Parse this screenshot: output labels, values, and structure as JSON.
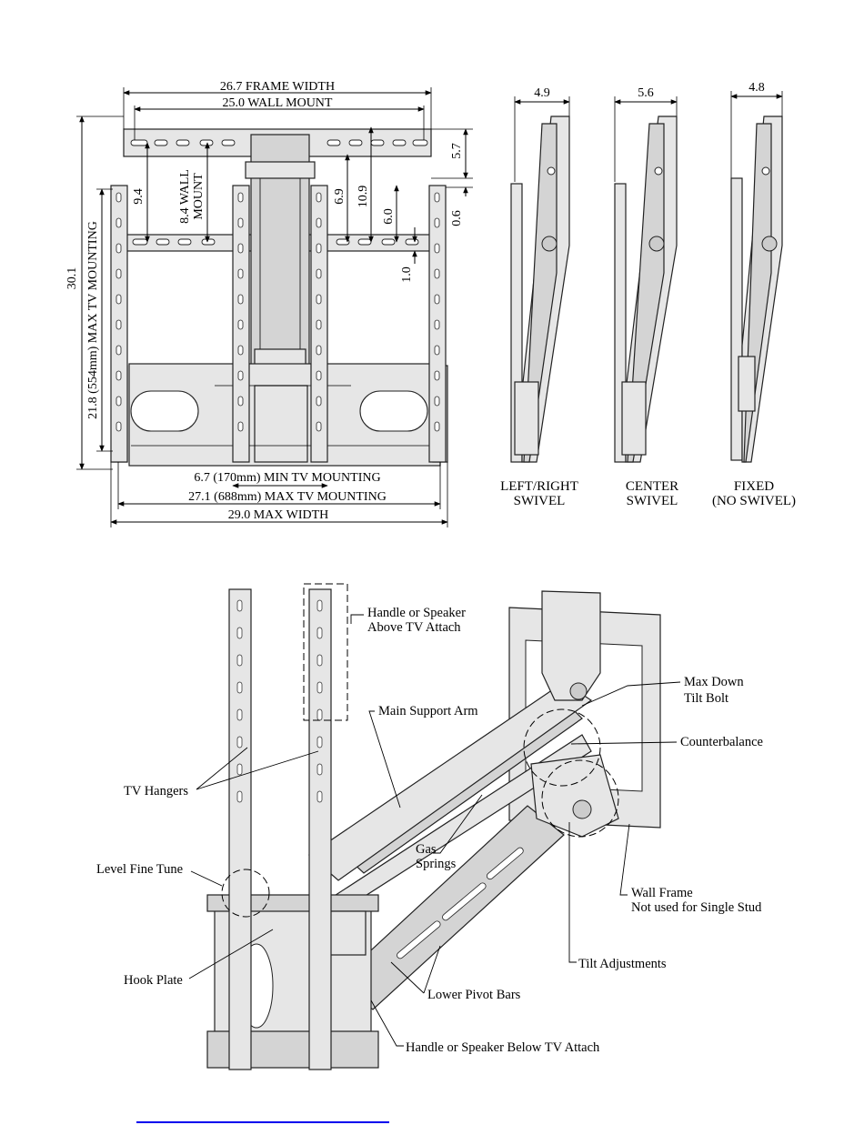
{
  "colors": {
    "line": "#000000",
    "part_fill": "#e6e6e6",
    "part_shade": "#d4d4d4",
    "link": "#0000ee"
  },
  "dimensions": {
    "frame_width": "26.7 FRAME WIDTH",
    "wall_mount": "25.0 WALL MOUNT",
    "height_30": "30.1",
    "max_tv_mounting_vertical": "21.8 (554mm) MAX TV MOUNTING",
    "d94": "9.4",
    "wall_mount_84_a": "8.4 WALL",
    "wall_mount_84_b": "MOUNT",
    "d69": "6.9",
    "d109": "10.9",
    "d60": "6.0",
    "d57": "5.7",
    "d06": "0.6",
    "d10": "1.0",
    "min_tv_mounting": "6.7  (170mm) MIN TV MOUNTING",
    "max_tv_mounting": "27.1 (688mm) MAX TV MOUNTING",
    "max_width": "29.0 MAX WIDTH"
  },
  "side_views": [
    {
      "depth": "4.9",
      "caption_1": "LEFT/RIGHT",
      "caption_2": "SWIVEL"
    },
    {
      "depth": "5.6",
      "caption_1": "CENTER",
      "caption_2": "SWIVEL"
    },
    {
      "depth": "4.8",
      "caption_1": "FIXED",
      "caption_2": "(NO SWIVEL)"
    }
  ],
  "callouts": {
    "handle_above_1": "Handle or Speaker",
    "handle_above_2": "Above TV Attach",
    "main_support_arm": "Main Support Arm",
    "max_down_1": "Max Down",
    "max_down_2": "Tilt Bolt",
    "counterbalance": "Counterbalance",
    "tv_hangers": "TV Hangers",
    "gas_springs_1": "Gas",
    "gas_springs_2": "Springs",
    "level_fine_tune": "Level Fine Tune",
    "wall_frame_1": "Wall Frame",
    "wall_frame_2": "Not used for Single Stud",
    "hook_plate": "Hook Plate",
    "tilt_adjustments": "Tilt Adjustments",
    "lower_pivot_bars": "Lower Pivot Bars",
    "handle_below": "Handle or Speaker Below TV Attach"
  }
}
